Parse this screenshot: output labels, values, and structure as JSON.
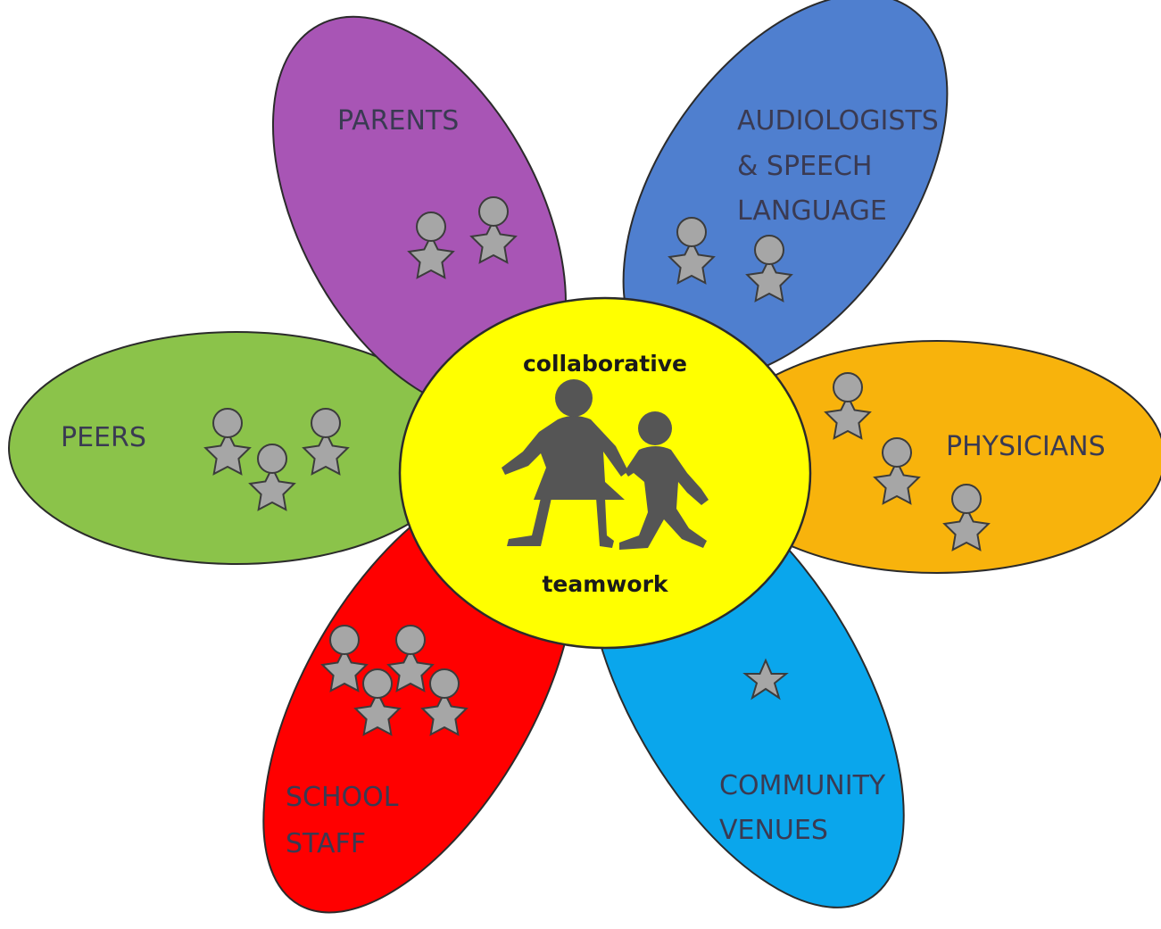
{
  "center": {
    "top_label": "collaborative",
    "bottom_label": "teamwork",
    "fill": "#ffff00",
    "icon": "children-crossing-icon"
  },
  "petals": [
    {
      "id": "parents",
      "lines": [
        "PARENTS"
      ],
      "fill": "#a855b5",
      "people": 2
    },
    {
      "id": "audiologists",
      "lines": [
        "AUDIOLOGISTS",
        "& SPEECH",
        "LANGUAGE"
      ],
      "fill": "#4f7fcf",
      "people": 2
    },
    {
      "id": "physicians",
      "lines": [
        "PHYSICIANS"
      ],
      "fill": "#f8b30c",
      "people": 3
    },
    {
      "id": "community",
      "lines": [
        "COMMUNITY",
        "VENUES"
      ],
      "fill": "#0aa6ec",
      "people": 1
    },
    {
      "id": "school-staff",
      "lines": [
        "SCHOOL",
        "STAFF"
      ],
      "fill": "#ff0000",
      "people": 4
    },
    {
      "id": "peers",
      "lines": [
        "PEERS"
      ],
      "fill": "#8bc34a",
      "people": 3
    }
  ],
  "figure_color": "#a6a6a6"
}
